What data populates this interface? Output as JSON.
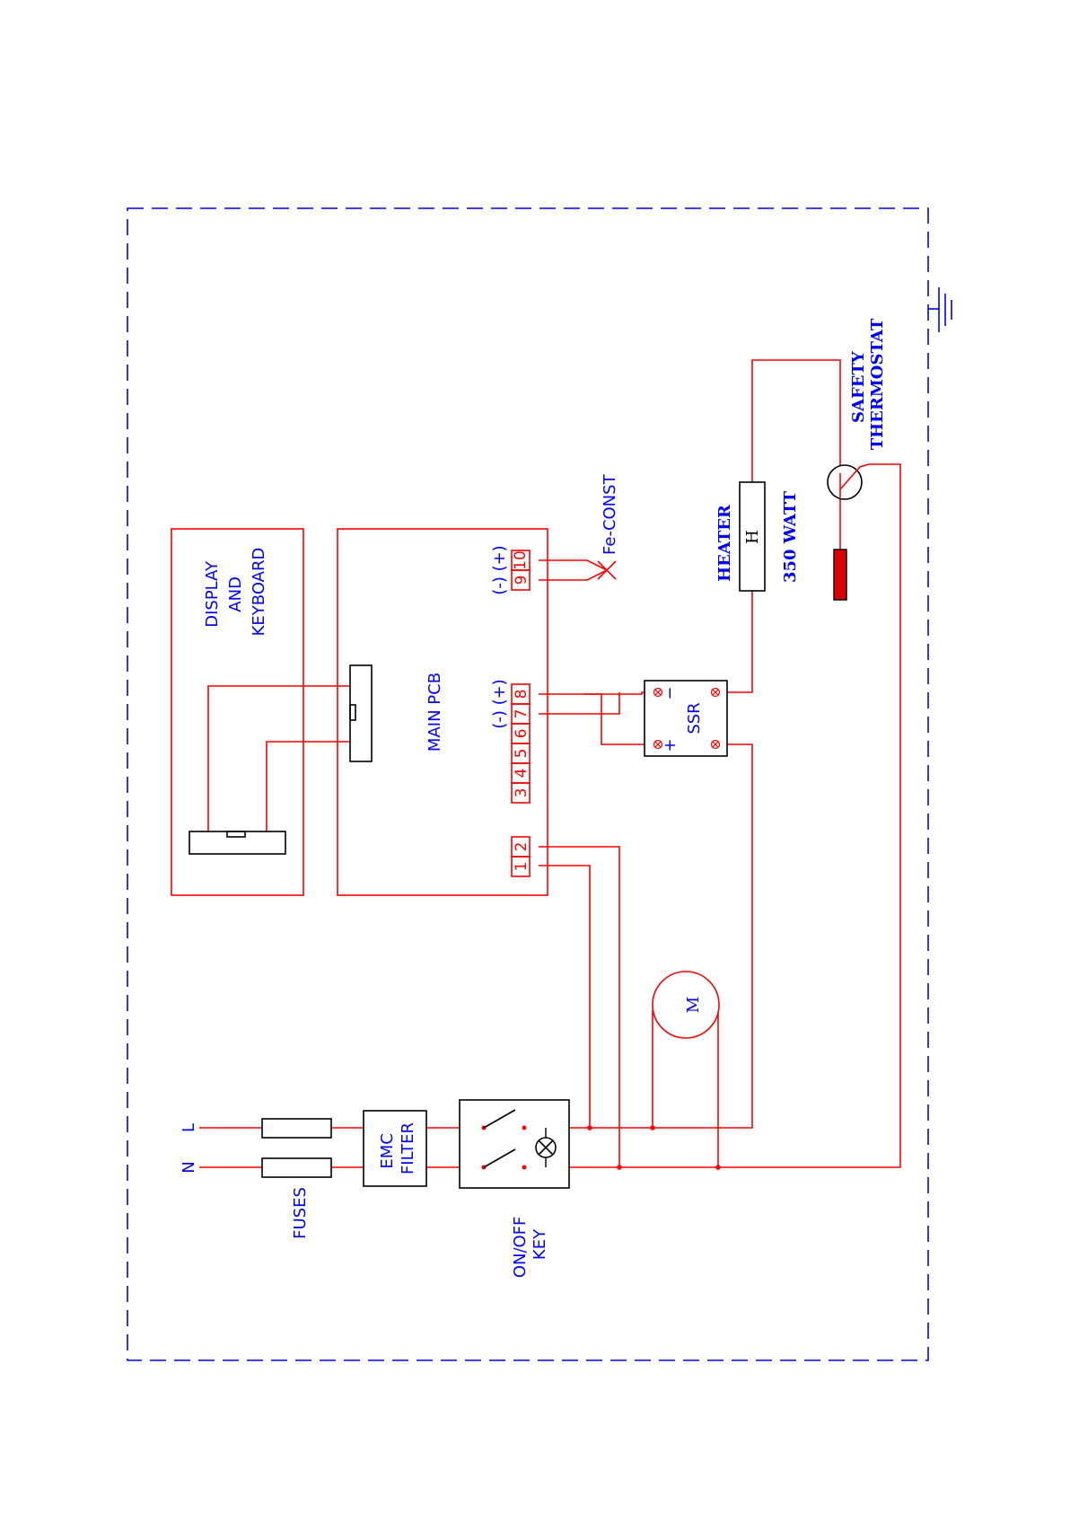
{
  "labels": {
    "display": [
      "DISPLAY",
      "AND",
      "KEYBOARD"
    ],
    "main_pcb": "MAIN PCB",
    "polarity_thermo": "(-) (+)",
    "polarity_ssr": "(-) (+)",
    "fe_const": "Fe-CONST",
    "heater": "HEATER",
    "heater_symbol": "H",
    "heater_power": "350 WATT",
    "safety_thermostat": [
      "SAFETY",
      "THERMOSTAT"
    ],
    "ssr": "SSR",
    "ssr_minus": "−",
    "ssr_plus": "+",
    "motor": "M",
    "line_l": "L",
    "line_n": "N",
    "fuses": "FUSES",
    "emc_filter": [
      "EMC",
      "FILTER"
    ],
    "onoff_key": [
      "ON/OFF",
      "KEY"
    ]
  },
  "terminals": [
    "1",
    "2",
    "3",
    "4",
    "5",
    "6",
    "7",
    "8",
    "9",
    "10"
  ],
  "colors": {
    "wire": "#ff0000",
    "text": "#0000ff",
    "frame": "#0000ff",
    "component": "#000000",
    "sensor": "#dd0000"
  }
}
